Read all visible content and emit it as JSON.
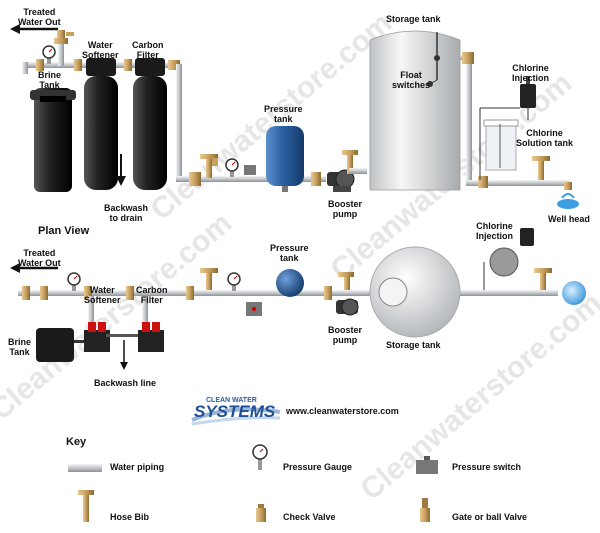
{
  "top": {
    "treated_water_out": "Treated\nWater Out",
    "water_softener": "Water\nSoftener",
    "carbon_filter": "Carbon\nFilter",
    "brine_tank": "Brine\nTank",
    "backwash_to_drain": "Backwash\nto drain",
    "pressure_tank": "Pressure\ntank",
    "booster_pump": "Booster\npump",
    "storage_tank": "Storage tank",
    "float_switches": "Float\nswitches",
    "chlorine_injection": "Chlorine\nInjection",
    "chlorine_solution_tank": "Chlorine\nSolution tank",
    "well_head": "Well head"
  },
  "plan": {
    "title": "Plan View",
    "treated_water_out": "Treated\nWater Out",
    "water_softener": "Water\nSoftener",
    "carbon_filter": "Carbon\nFilter",
    "brine_tank": "Brine\nTank",
    "backwash_line": "Backwash line",
    "pressure_tank": "Pressure\ntank",
    "booster_pump": "Booster\npump",
    "storage_tank": "Storage tank",
    "chlorine_injection": "Chlorine\nInjection"
  },
  "brand": {
    "logo_line1": "CLEAN WATER",
    "logo_line2": "SYSTEMS",
    "website": "www.cleanwaterstore.com",
    "watermark": "Cleanwaterstore.com"
  },
  "key": {
    "title": "Key",
    "items": [
      {
        "label": "Water piping"
      },
      {
        "label": "Pressure Gauge"
      },
      {
        "label": "Pressure switch"
      },
      {
        "label": "Hose Bib"
      },
      {
        "label": "Check Valve"
      },
      {
        "label": "Gate or ball Valve"
      }
    ]
  },
  "colors": {
    "pipe": "#c8ccd0",
    "brass": "#c8a060",
    "tank_blue": "#2a5fa0",
    "dark_tank": "#222222",
    "water": "#4aa8e8",
    "red_valve": "#cc1111"
  }
}
